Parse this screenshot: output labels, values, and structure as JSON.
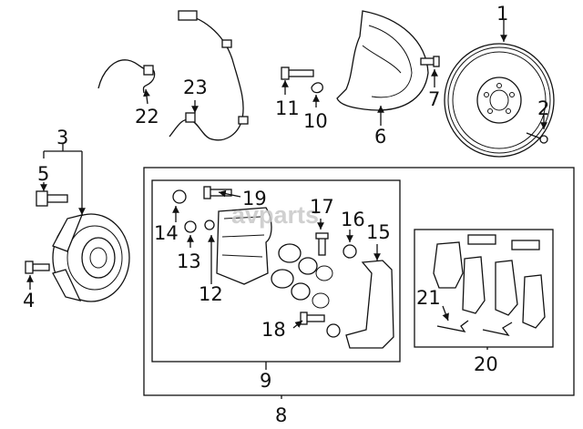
{
  "watermark": "avparts",
  "callouts": {
    "c1": "1",
    "c2": "2",
    "c3": "3",
    "c4": "4",
    "c5": "5",
    "c6": "6",
    "c7": "7",
    "c8": "8",
    "c9": "9",
    "c10": "10",
    "c11": "11",
    "c12": "12",
    "c13": "13",
    "c14": "14",
    "c15": "15",
    "c16": "16",
    "c17": "17",
    "c18": "18",
    "c19": "19",
    "c20": "20",
    "c21": "21",
    "c22": "22",
    "c23": "23"
  }
}
